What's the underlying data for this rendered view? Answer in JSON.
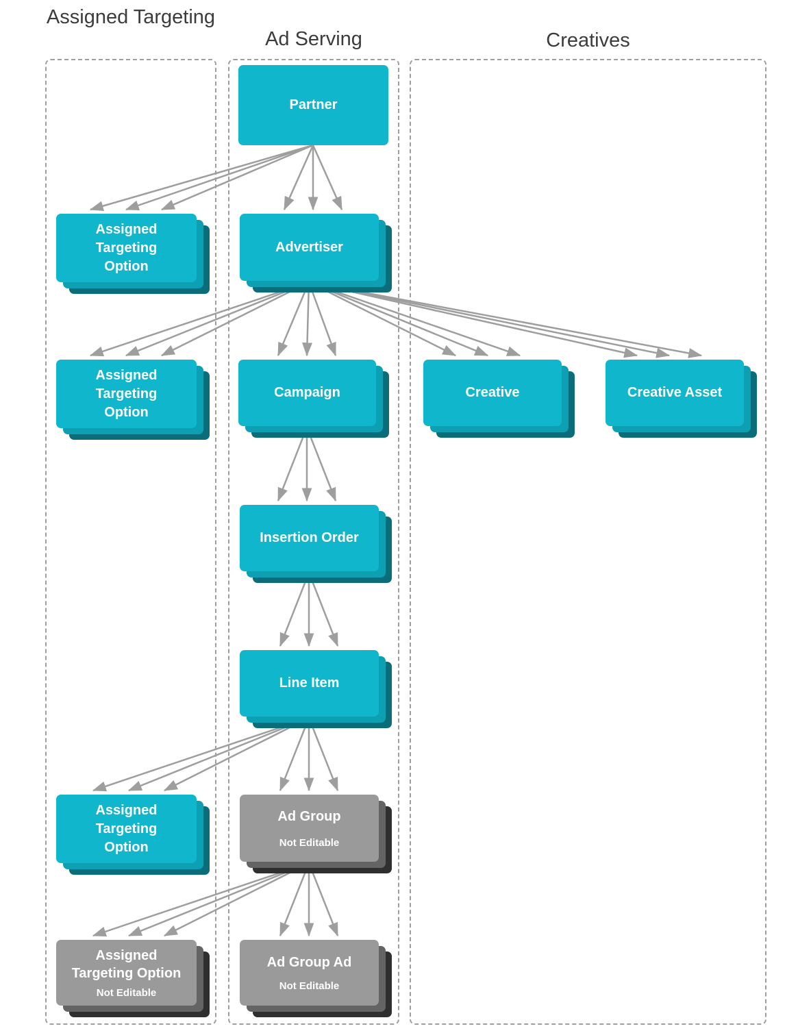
{
  "diagram": {
    "columns": [
      {
        "id": "assigned-targeting",
        "title": "Assigned Targeting"
      },
      {
        "id": "ad-serving",
        "title": "Ad Serving"
      },
      {
        "id": "creatives",
        "title": "Creatives"
      }
    ],
    "nodes": {
      "partner": {
        "label": "Partner",
        "column": "ad-serving",
        "editable": true
      },
      "ato_partner": {
        "label": "Assigned\nTargeting\nOption",
        "column": "assigned-targeting",
        "editable": true
      },
      "advertiser": {
        "label": "Advertiser",
        "column": "ad-serving",
        "editable": true
      },
      "ato_advertiser": {
        "label": "Assigned\nTargeting\nOption",
        "column": "assigned-targeting",
        "editable": true
      },
      "campaign": {
        "label": "Campaign",
        "column": "ad-serving",
        "editable": true
      },
      "creative": {
        "label": "Creative",
        "column": "creatives",
        "editable": true
      },
      "creative_asset": {
        "label": "Creative Asset",
        "column": "creatives",
        "editable": true
      },
      "insertion_order": {
        "label": "Insertion Order",
        "column": "ad-serving",
        "editable": true
      },
      "line_item": {
        "label": "Line Item",
        "column": "ad-serving",
        "editable": true
      },
      "ato_line_item": {
        "label": "Assigned\nTargeting\nOption",
        "column": "assigned-targeting",
        "editable": true
      },
      "ad_group": {
        "label": "Ad Group",
        "sublabel": "Not Editable",
        "column": "ad-serving",
        "editable": false
      },
      "ato_ad_group": {
        "label": "Assigned\nTargeting Option",
        "sublabel": "Not Editable",
        "column": "assigned-targeting",
        "editable": false
      },
      "ad_group_ad": {
        "label": "Ad Group Ad",
        "sublabel": "Not Editable",
        "column": "ad-serving",
        "editable": false
      }
    },
    "edges": [
      {
        "from": "partner",
        "to": "ato_partner",
        "multiplicity": "many"
      },
      {
        "from": "partner",
        "to": "advertiser",
        "multiplicity": "many"
      },
      {
        "from": "advertiser",
        "to": "ato_advertiser",
        "multiplicity": "many"
      },
      {
        "from": "advertiser",
        "to": "campaign",
        "multiplicity": "many"
      },
      {
        "from": "advertiser",
        "to": "creative",
        "multiplicity": "many"
      },
      {
        "from": "advertiser",
        "to": "creative_asset",
        "multiplicity": "many"
      },
      {
        "from": "campaign",
        "to": "insertion_order",
        "multiplicity": "many"
      },
      {
        "from": "insertion_order",
        "to": "line_item",
        "multiplicity": "many"
      },
      {
        "from": "line_item",
        "to": "ato_line_item",
        "multiplicity": "many"
      },
      {
        "from": "line_item",
        "to": "ad_group",
        "multiplicity": "many"
      },
      {
        "from": "ad_group",
        "to": "ato_ad_group",
        "multiplicity": "many"
      },
      {
        "from": "ad_group",
        "to": "ad_group_ad",
        "multiplicity": "many"
      }
    ],
    "colors": {
      "node_editable": "#10b6cb",
      "node_editable_mid": "#0d9fb2",
      "node_editable_back": "#0a6d79",
      "node_locked": "#9a9a9a",
      "node_locked_mid": "#646464",
      "node_locked_back": "#2f2f2f",
      "arrow": "#9e9e9e",
      "border_dashed": "#9e9e9e",
      "header_text": "#3c3c3c"
    }
  }
}
